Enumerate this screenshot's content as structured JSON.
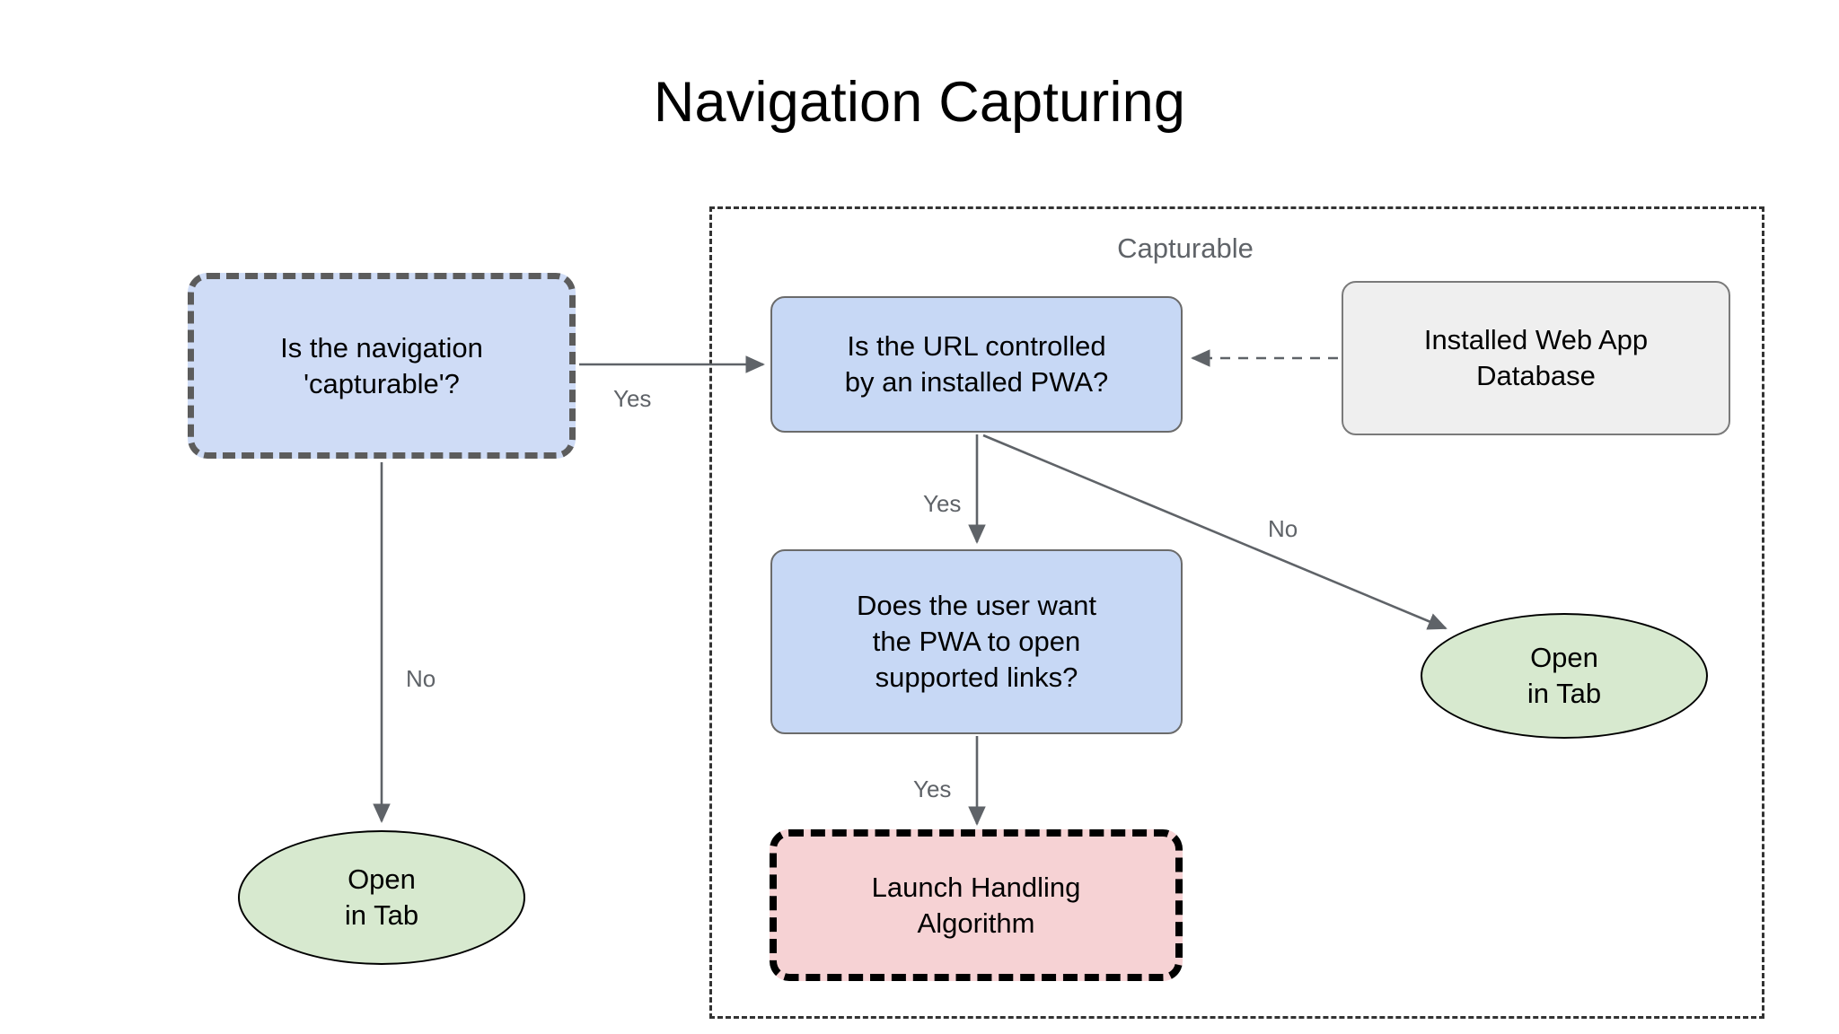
{
  "diagram": {
    "title": "Navigation Capturing",
    "group": {
      "label": "Capturable"
    },
    "nodes": {
      "capturable": {
        "line1": "Is the navigation",
        "line2": "'capturable'?",
        "fill": "#cfdcf6",
        "stroke": "#5c5c5c",
        "shape": "rounded-rect-dashed"
      },
      "url_controlled": {
        "line1": "Is the URL controlled",
        "line2": "by an installed PWA?",
        "fill": "#c7d8f5",
        "stroke": "#6b6b6b",
        "shape": "rounded-rect"
      },
      "database": {
        "line1": "Installed Web App",
        "line2": "Database",
        "fill": "#efefef",
        "stroke": "#7a7a7a",
        "shape": "rounded-rect"
      },
      "user_want": {
        "line1": "Does the user want",
        "line2": "the PWA to open",
        "line3": "supported links?",
        "fill": "#c7d8f5",
        "stroke": "#6b6b6b",
        "shape": "rounded-rect"
      },
      "launch_handling": {
        "line1": "Launch Handling",
        "line2": "Algorithm",
        "fill": "#f6d2d4",
        "stroke": "#000000",
        "shape": "rounded-rect-dashed"
      },
      "open_tab_left": {
        "line1": "Open",
        "line2": "in Tab",
        "fill": "#d7e9cf",
        "stroke": "#000000",
        "shape": "ellipse"
      },
      "open_tab_right": {
        "line1": "Open",
        "line2": "in Tab",
        "fill": "#d7e9cf",
        "stroke": "#000000",
        "shape": "ellipse"
      }
    },
    "edge_labels": {
      "capturable_yes": "Yes",
      "capturable_no": "No",
      "url_yes": "Yes",
      "url_no": "No",
      "user_want_yes": "Yes"
    },
    "colors": {
      "edge_stroke": "#5f6368",
      "label_text": "#5f6368",
      "group_border": "#333333",
      "background": "#ffffff"
    }
  }
}
